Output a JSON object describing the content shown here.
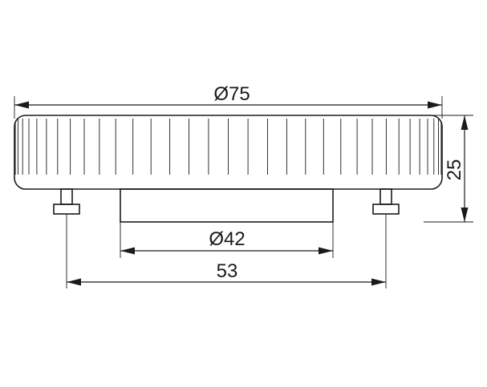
{
  "dimensions": {
    "outer_diameter": "Ø75",
    "height": "25",
    "base_diameter": "Ø42",
    "pin_spacing": "53"
  }
}
